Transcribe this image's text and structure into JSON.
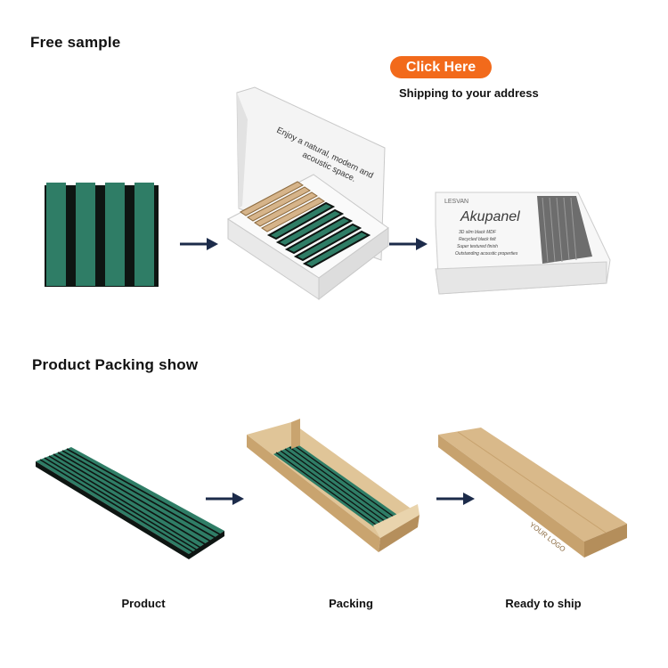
{
  "free_sample": {
    "heading": "Free sample",
    "button_label": "Click Here",
    "shipping_text": "Shipping to your address",
    "box_lid_text": [
      "Enjoy a natural, modern and",
      "acoustic space."
    ],
    "box_brand": "LESVAN",
    "box_product": "Akupanel",
    "box_features": [
      "3D slim black MDF",
      "Recycled black felt",
      "Super textured finish",
      "Outstanding acoustic properties"
    ]
  },
  "packing_show": {
    "heading": "Product Packing show",
    "steps": [
      {
        "label": "Product"
      },
      {
        "label": "Packing"
      },
      {
        "label": "Ready to ship"
      }
    ],
    "box_print": "YOUR LOGO"
  },
  "colors": {
    "accent": "#f26a1b",
    "arrow": "#1c2b4a",
    "felt_green": "#2f7d66",
    "cardboard": "#d2b07e"
  }
}
